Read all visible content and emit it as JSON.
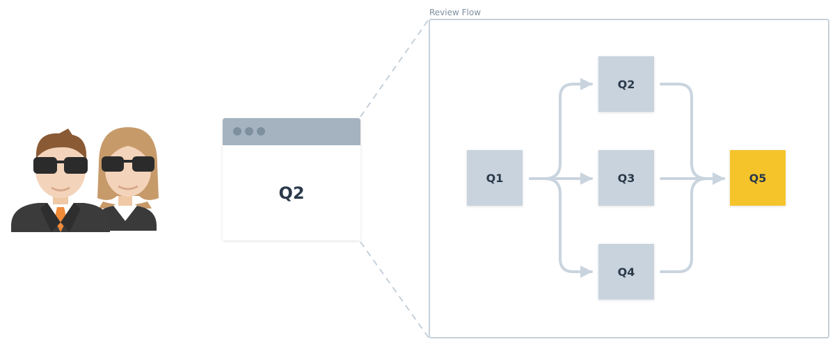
{
  "frame": {
    "title": "Review Flow"
  },
  "window": {
    "label": "Q2"
  },
  "nodes": [
    {
      "id": "q1",
      "label": "Q1",
      "highlight": false
    },
    {
      "id": "q2",
      "label": "Q2",
      "highlight": false
    },
    {
      "id": "q3",
      "label": "Q3",
      "highlight": false
    },
    {
      "id": "q4",
      "label": "Q4",
      "highlight": false
    },
    {
      "id": "q5",
      "label": "Q5",
      "highlight": true
    }
  ],
  "edges": [
    {
      "from": "Q1",
      "to": "Q2"
    },
    {
      "from": "Q1",
      "to": "Q3"
    },
    {
      "from": "Q1",
      "to": "Q4"
    },
    {
      "from": "Q2",
      "to": "Q5"
    },
    {
      "from": "Q3",
      "to": "Q5"
    },
    {
      "from": "Q4",
      "to": "Q5"
    }
  ],
  "icons": {
    "reviewers": "reviewers-icon"
  },
  "colors": {
    "node": "#c8d3dd",
    "node_highlight": "#f5c42a",
    "connector": "#c9d4de",
    "frame_border": "#c5d0da",
    "window_header": "#a5b3c0",
    "window_dots": "#7e8f9e"
  }
}
